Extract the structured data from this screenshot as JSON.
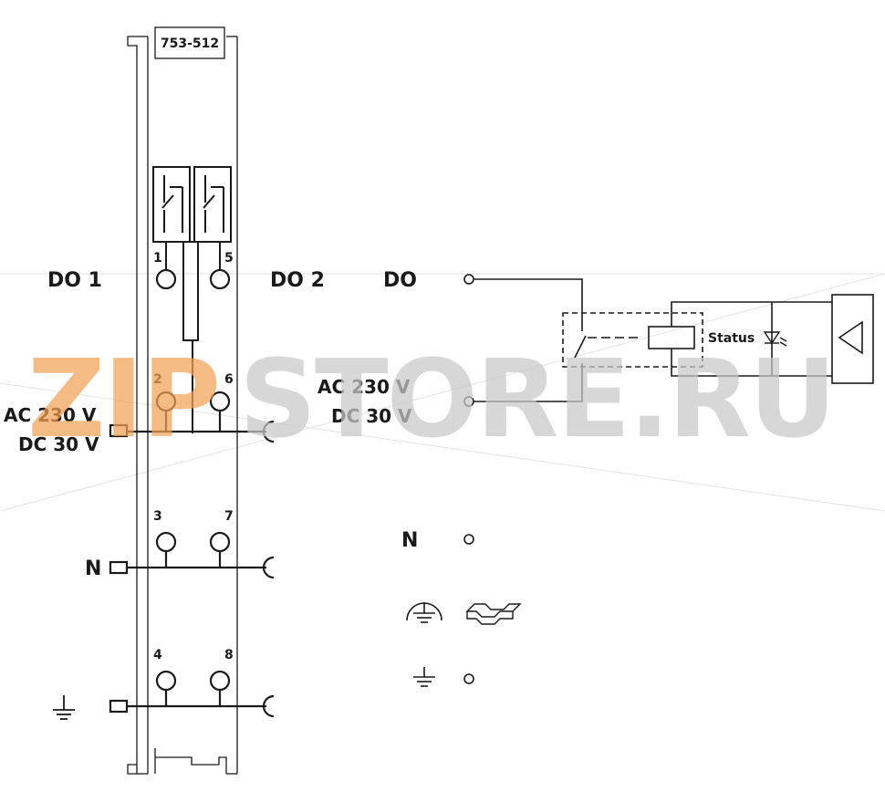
{
  "module": {
    "part_number": "753-512",
    "channels": [
      {
        "label": "DO 1"
      },
      {
        "label": "DO 2"
      }
    ],
    "terminals": [
      "1",
      "5",
      "2",
      "6",
      "3",
      "7",
      "4",
      "8"
    ],
    "supply_label_left": {
      "line1": "AC 230 V",
      "line2": "DC 30 V"
    },
    "neutral_label_left": "N"
  },
  "schematic": {
    "output_label": "DO",
    "supply_label": {
      "line1": "AC 230 V",
      "line2": "DC 30 V"
    },
    "status_label": "Status",
    "neutral_label": "N"
  },
  "watermark": {
    "text_orange": "ZIP",
    "text_gray": "STORE.RU",
    "color_orange": "#f2a255",
    "color_gray": "#c9c9c9"
  },
  "colors": {
    "line": "#1a1a1a",
    "background": "#ffffff"
  }
}
